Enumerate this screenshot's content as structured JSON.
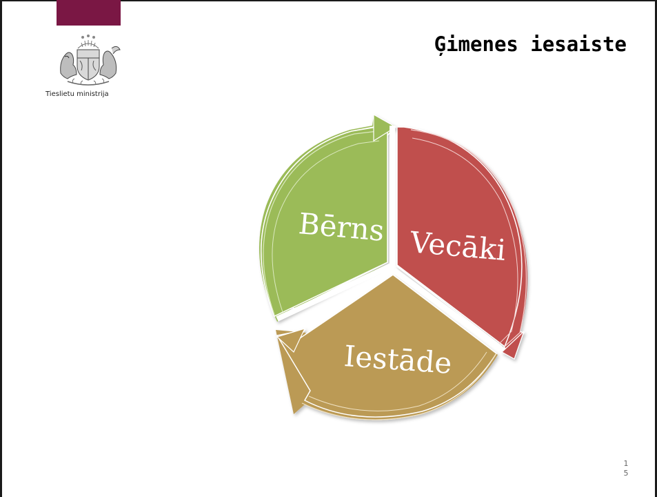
{
  "header": {
    "title": "Ģimenes iesaiste",
    "ministry": "Tieslietu ministrija",
    "band_color": "#7a1744"
  },
  "logo": {
    "icon": "latvia-coat-of-arms-icon"
  },
  "diagram": {
    "type": "cycle",
    "segments": [
      {
        "label": "Vecāki",
        "color": "#c0504d"
      },
      {
        "label": "Iestāde",
        "color": "#bb9a55"
      },
      {
        "label": "Bērns",
        "color": "#9bbb59"
      }
    ]
  },
  "footer": {
    "page_digit_1": "1",
    "page_digit_2": "5"
  }
}
